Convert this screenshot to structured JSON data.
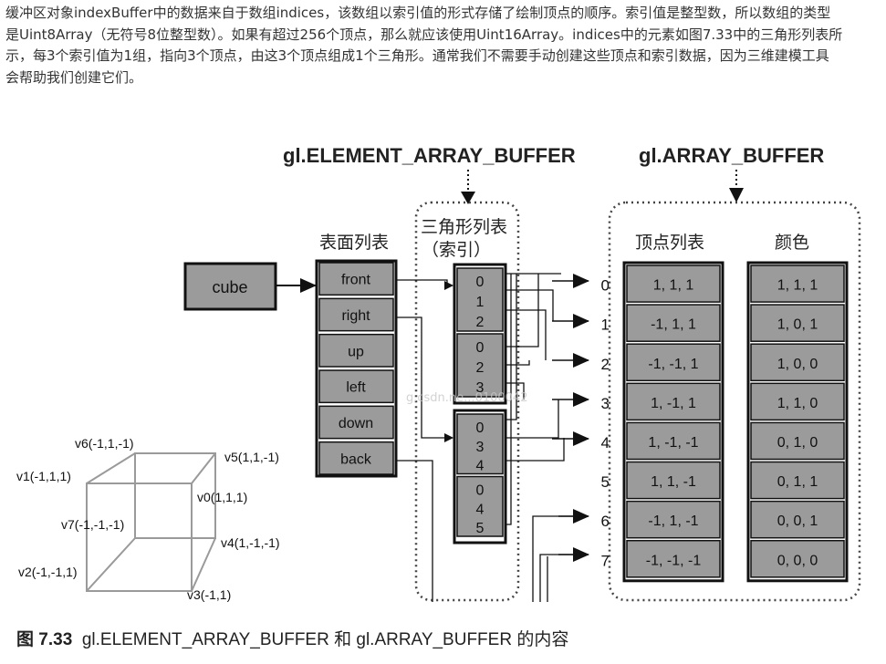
{
  "paragraph": {
    "lines": [
      "缓冲区对象indexBuffer中的数据来自于数组indices，该数组以索引值的形式存储了绘制顶点的顺序。索引值是整型数，所以数组的类型",
      "是Uint8Array（无符号8位整型数）。如果有超过256个顶点，那么就应该使用Uint16Array。indices中的元素如图7.33中的三角形列表所",
      "示，每3个索引值为1组，指向3个顶点，由这3个顶点组成1个三角形。通常我们不需要手动创建这些顶点和索引数据，因为三维建模工具",
      "会帮助我们创建它们。"
    ]
  },
  "figure": {
    "element_buffer_title": "gl.ELEMENT_ARRAY_BUFFER",
    "array_buffer_title": "gl.ARRAY_BUFFER",
    "cube_label": "cube",
    "face_list_header": "表面列表",
    "triangle_list_header_line1": "三角形列表",
    "triangle_list_header_line2": "（索引）",
    "vertex_list_header": "顶点列表",
    "color_header": "颜色",
    "faces": [
      "front",
      "right",
      "up",
      "left",
      "down",
      "back"
    ],
    "index_groups": [
      [
        "0",
        "1",
        "2"
      ],
      [
        "0",
        "2",
        "3"
      ],
      [
        "0",
        "3",
        "4"
      ],
      [
        "0",
        "4",
        "5"
      ]
    ],
    "vertex_indices": [
      "0",
      "1",
      "2",
      "3",
      "4",
      "5",
      "6",
      "7"
    ],
    "vertices": [
      "1,  1,  1",
      "-1,  1,  1",
      "-1, -1, 1",
      "1, -1,  1",
      "1, -1, -1",
      "1, 1, -1",
      "-1, 1, -1",
      "-1, -1, -1"
    ],
    "colors": [
      "1, 1, 1",
      "1, 0, 1",
      "1, 0, 0",
      "1, 1, 0",
      "0, 1, 0",
      "0, 1, 1",
      "0, 0, 1",
      "0, 0, 0"
    ],
    "cube_vertex_labels": {
      "v6": "v6(-1,1,-1)",
      "v5": "v5(1,1,-1)",
      "v1": "v1(-1,1,1)",
      "v0": "v0(1,1,1)",
      "v7": "v7(-1,-1,-1)",
      "v4": "v4(1,-1,-1)",
      "v2": "v2(-1,-1,1)",
      "v3": "v3(-1,1)"
    },
    "watermark": "g.csdn.ne...0100042"
  },
  "caption": {
    "number": "图 7.33",
    "text": "gl.ELEMENT_ARRAY_BUFFER 和 gl.ARRAY_BUFFER 的内容"
  }
}
